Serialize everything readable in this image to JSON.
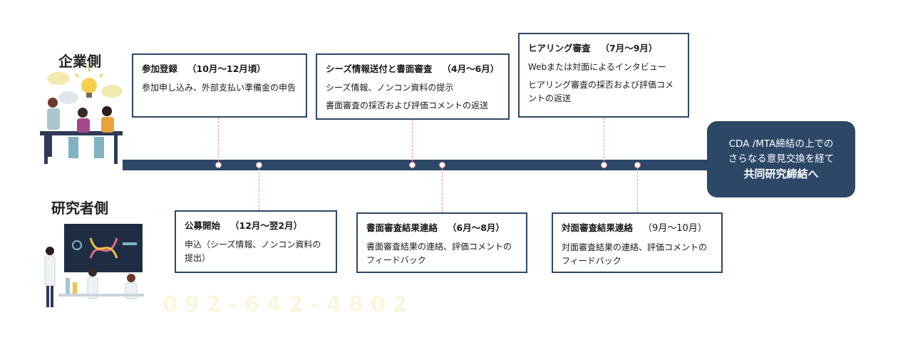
{
  "company_label": "企業側",
  "researcher_label": "研究者側",
  "top_boxes": [
    {
      "title": "参加登録",
      "period": "（10月～12月頃）",
      "lines": [
        "参加申し込み、外部支払い準備金の申告"
      ]
    },
    {
      "title": "シーズ情報送付と書面審査",
      "period": "（4月～6月）",
      "lines": [
        "シーズ情報、ノンコン資料の提示",
        "書面審査の採否および評価コメントの返送"
      ]
    },
    {
      "title": "ヒアリング審査",
      "period": "（7月～9月）",
      "lines": [
        "Webまたは対面によるインタビュー",
        "ヒアリング審査の採否および評価コメントの返送"
      ]
    }
  ],
  "bottom_boxes": [
    {
      "title": "公募開始",
      "period": "（12月～翌2月）",
      "lines": [
        "申込（シーズ情報、ノンコン資料の提出）"
      ]
    },
    {
      "title": "書面審査結果連絡",
      "period": "（6月～8月）",
      "lines": [
        "書面審査結果の連絡、評価コメントのフィードバック"
      ]
    },
    {
      "title": "対面審査結果連絡",
      "period": "（9月～10月）",
      "lines": [
        "対面審査結果の連絡、評価コメントのフィードバック"
      ]
    }
  ],
  "final": {
    "line1": "CDA /MTA締結の上での",
    "line2": "さらなる意見交換を経て",
    "line3": "共同研究締結へ"
  },
  "phone_watermark": "092-642-4802",
  "colors": {
    "timeline": "#2d4767",
    "connector": "#e58ea2"
  }
}
